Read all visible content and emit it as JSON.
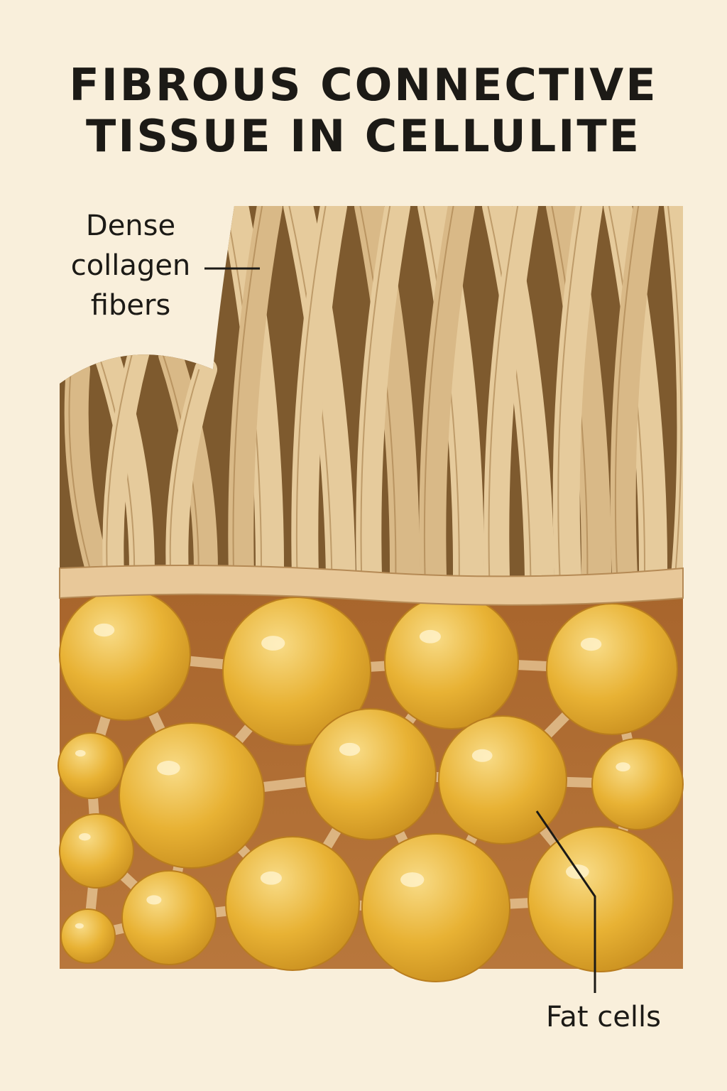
{
  "title": {
    "line1": "FIBROUS CONNECTIVE",
    "line2": "TISSUE IN CELLULITE"
  },
  "labels": {
    "collagen": {
      "line1": "Dense",
      "line2": "collagen",
      "line3": "fibers"
    },
    "fat_cells": "Fat cells"
  },
  "colors": {
    "background": "#f9efdb",
    "fiber_light": "#e3c596",
    "fiber_dark": "#a9834f",
    "fat_cell": "#e8b234",
    "fat_cell_highlight": "#f6d87a",
    "septa_dark": "#a0642f",
    "ink": "#1c1a16"
  }
}
